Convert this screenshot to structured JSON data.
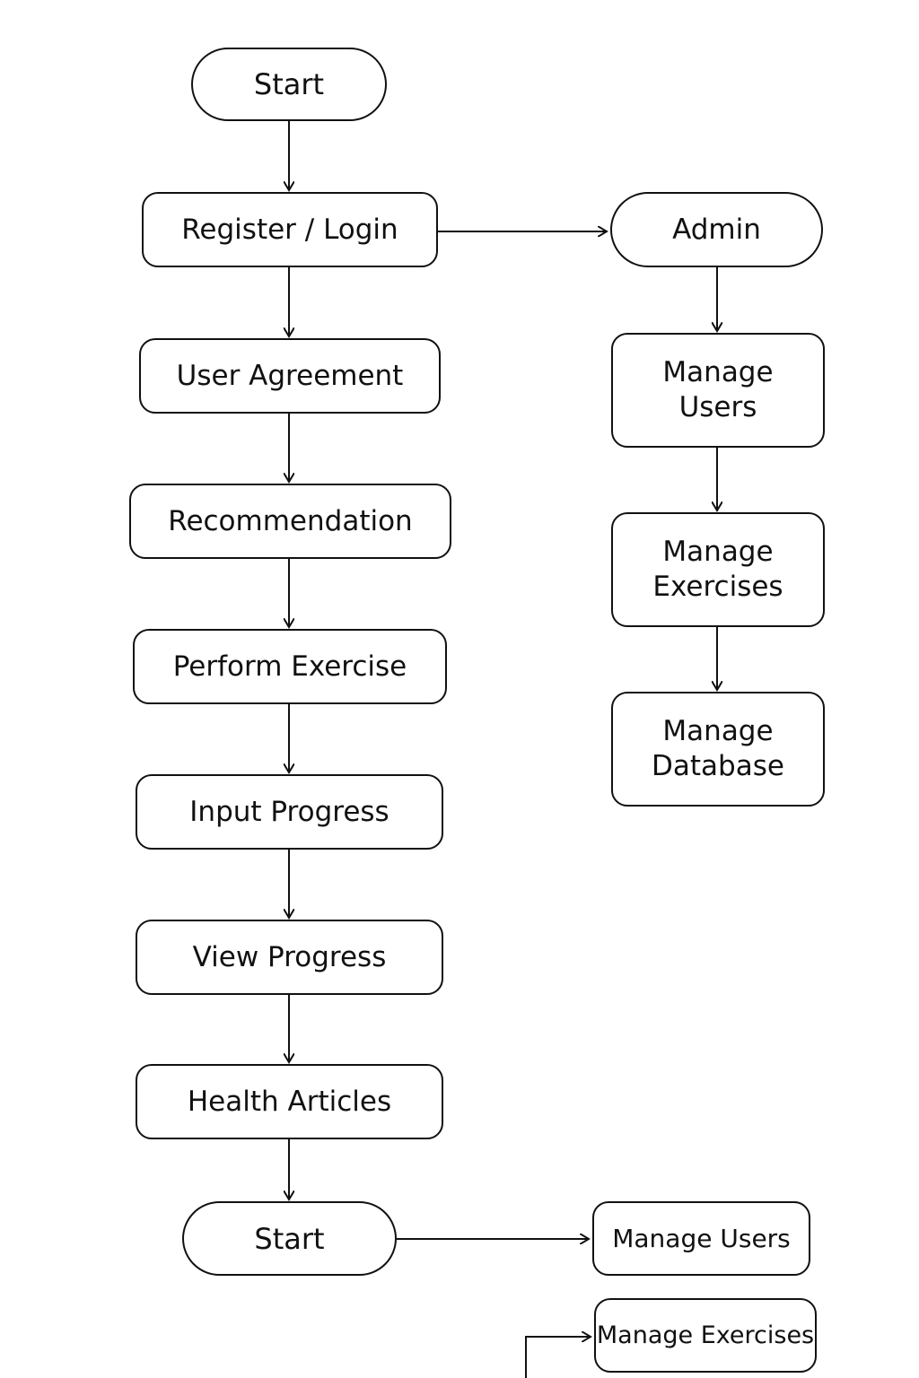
{
  "diagram": {
    "type": "flowchart",
    "nodes": {
      "start_top": {
        "label": "Start",
        "shape": "terminal"
      },
      "register_login": {
        "label": "Register / Login",
        "shape": "process"
      },
      "user_agreement": {
        "label": "User Agreement",
        "shape": "process"
      },
      "recommendation": {
        "label": "Recommendation",
        "shape": "process"
      },
      "perform_exercise": {
        "label": "Perform Exercise",
        "shape": "process"
      },
      "input_progress": {
        "label": "Input Progress",
        "shape": "process"
      },
      "view_progress": {
        "label": "View Progress",
        "shape": "process"
      },
      "health_articles": {
        "label": "Health Articles",
        "shape": "process"
      },
      "start_bottom": {
        "label": "Start",
        "shape": "terminal"
      },
      "admin": {
        "label": "Admin",
        "shape": "terminal"
      },
      "manage_users": {
        "label": "Manage\nUsers",
        "shape": "process"
      },
      "manage_exercises": {
        "label": "Manage\nExercises",
        "shape": "process"
      },
      "manage_database": {
        "label": "Manage\nDatabase",
        "shape": "process"
      },
      "manage_users_bottom": {
        "label": "Manage Users",
        "shape": "process"
      },
      "manage_exercises_bottom": {
        "label": "Manage Exercises",
        "shape": "process"
      }
    },
    "edges": [
      {
        "from": "start_top",
        "to": "register_login"
      },
      {
        "from": "register_login",
        "to": "user_agreement"
      },
      {
        "from": "register_login",
        "to": "admin"
      },
      {
        "from": "user_agreement",
        "to": "recommendation"
      },
      {
        "from": "recommendation",
        "to": "perform_exercise"
      },
      {
        "from": "perform_exercise",
        "to": "input_progress"
      },
      {
        "from": "input_progress",
        "to": "view_progress"
      },
      {
        "from": "view_progress",
        "to": "health_articles"
      },
      {
        "from": "health_articles",
        "to": "start_bottom"
      },
      {
        "from": "start_bottom",
        "to": "manage_users_bottom"
      },
      {
        "from": "admin",
        "to": "manage_users"
      },
      {
        "from": "manage_users",
        "to": "manage_exercises"
      },
      {
        "from": "manage_exercises",
        "to": "manage_database"
      },
      {
        "from": null,
        "to": "manage_exercises_bottom"
      }
    ],
    "colors": {
      "stroke": "#111111",
      "fill": "#ffffff",
      "text": "#111111"
    }
  }
}
